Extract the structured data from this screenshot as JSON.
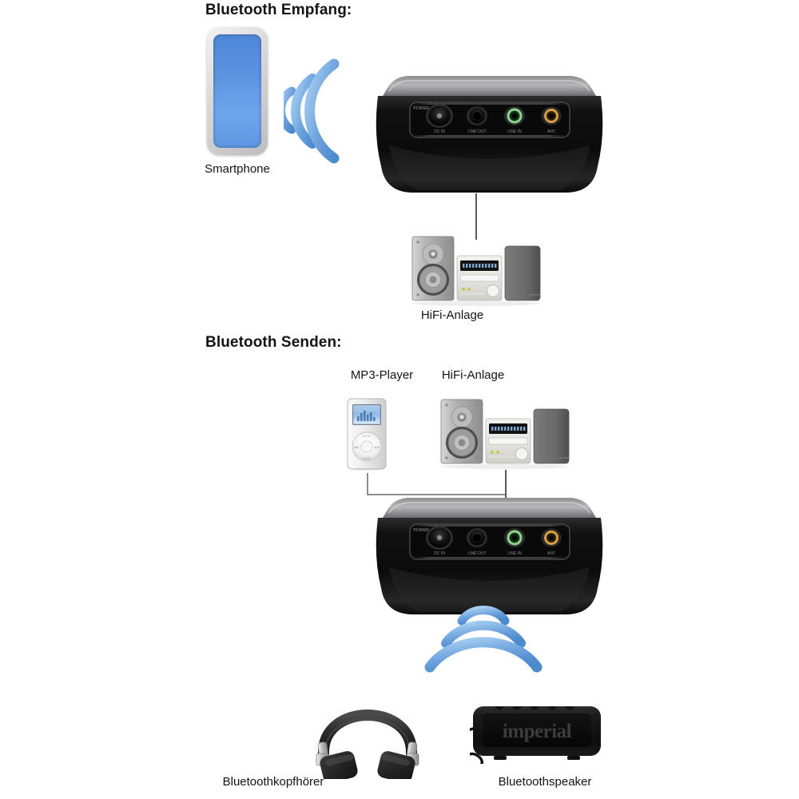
{
  "page": {
    "title": "Bluetooth Empfang und Senden Diagramm",
    "background_color": "#ffffff",
    "text_color": "#141414"
  },
  "colors": {
    "wave_blue_light": "#9ec8ee",
    "wave_blue_dark": "#4f8fd6",
    "phone_screen_blue": "#5b93e0",
    "connector_line": "#5a5a5a",
    "connector_line_light": "#8d8d8d",
    "device_black": "#151515",
    "hifi_silver": "#c9c9c9",
    "port_green": "#7cc47c",
    "port_orange": "#d59a3a"
  },
  "sections": [
    {
      "id": "empfang",
      "heading": "Bluetooth Empfang:",
      "devices": [
        {
          "id": "smartphone",
          "label": "Smartphone",
          "icon": "smartphone-icon"
        },
        {
          "id": "receiver",
          "label": "",
          "icon": "bluetooth-receiver-icon"
        },
        {
          "id": "hifi",
          "label": "HiFi-Anlage",
          "icon": "hifi-system-icon"
        }
      ],
      "wireless": {
        "direction": "right",
        "arcs": 3
      }
    },
    {
      "id": "senden",
      "heading": "Bluetooth Senden:",
      "sources": [
        {
          "id": "mp3player",
          "label": "MP3-Player",
          "icon": "mp3-player-icon"
        },
        {
          "id": "hifi2",
          "label": "HiFi-Anlage",
          "icon": "hifi-system-icon"
        }
      ],
      "transmitter": {
        "id": "transmitter",
        "label": "",
        "icon": "bluetooth-transmitter-icon"
      },
      "wireless": {
        "direction": "down",
        "arcs": 3
      },
      "receivers": [
        {
          "id": "headphones",
          "label": "Bluetoothkopfhörer",
          "icon": "bluetooth-headphones-icon"
        },
        {
          "id": "speaker",
          "label": "Bluetoothspeaker",
          "icon": "bluetooth-speaker-icon",
          "brand": "imperial"
        }
      ]
    }
  ],
  "device_ports": {
    "power": "POWER",
    "line_out": "LINE OUT",
    "line_in": "LINE IN",
    "ant": "ANT"
  }
}
